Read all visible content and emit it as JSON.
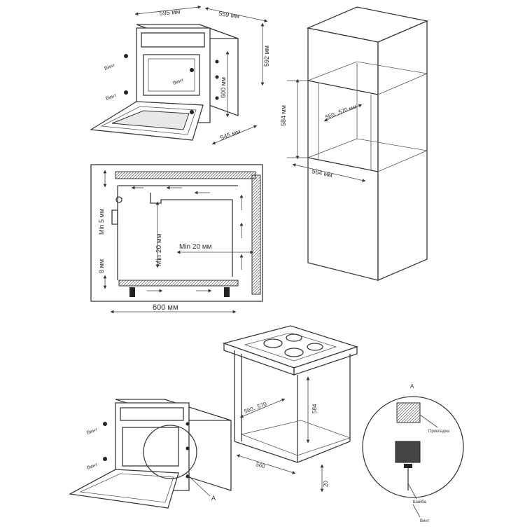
{
  "labels": {
    "oven_width": "595 мм",
    "oven_depth": "559 мм",
    "oven_height_outer": "592 мм",
    "oven_height_inner": "600 мм",
    "oven_depth_bottom": "545 мм",
    "screw_label": "Винт",
    "cabinet_height": "584 мм",
    "cabinet_depth_range": "560...570 мм",
    "cabinet_width": "564 мм",
    "min_top": "Min 5 мм",
    "min_back": "Min 20 мм",
    "min_side": "Min 20 мм",
    "bottom_gap": "8 мм",
    "section_width": "600 мм",
    "table_depth_range": "560...570",
    "table_height": "584",
    "table_width": "560",
    "table_leg": "20",
    "detail_letter": "A",
    "detail_letter_circle": "A",
    "spacer_label": "Прокладка",
    "bolt_label": "Шайба",
    "bolt2_label": "Винт"
  }
}
